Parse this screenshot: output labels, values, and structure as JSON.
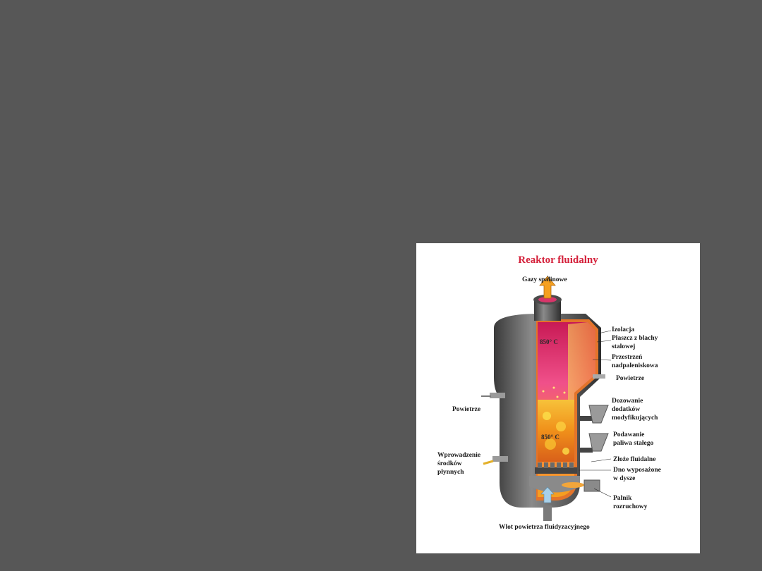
{
  "figure": {
    "title": "Reaktor fluidalny",
    "labels": {
      "flue_gas": "Gazy spalinowe",
      "insulation": "Izolacja",
      "steel_shell_1": "Płaszcz z blachy",
      "steel_shell_2": "stalowej",
      "freeboard_1": "Przestrzeń",
      "freeboard_2": "nadpaleniskowa",
      "air_right": "Powietrze",
      "additives_1": "Dozowanie",
      "additives_2": "dodatków",
      "additives_3": "modyfikujących",
      "solid_fuel_1": "Podawanie",
      "solid_fuel_2": "paliwa stałego",
      "fluid_bed": "Złoże fluidalne",
      "nozzle_floor_1": "Dno wyposażone",
      "nozzle_floor_2": "w dysze",
      "burner_1": "Palnik",
      "burner_2": "rozruchowy",
      "air_left": "Powietrze",
      "liquids_1": "Wprowadzenie",
      "liquids_2": "środków",
      "liquids_3": "płynnych",
      "inlet": "Wlot powietrza fluidyzacyjnego"
    },
    "temperatures": {
      "upper": "850° C",
      "lower": "850° C"
    },
    "colors": {
      "title": "#d4203a",
      "shell": "#5a5a5a",
      "flame": "#f5a020",
      "hot": "#e8407a"
    }
  }
}
